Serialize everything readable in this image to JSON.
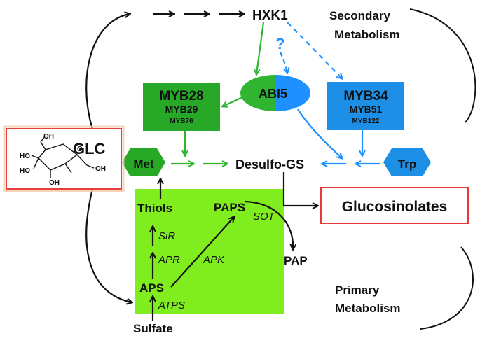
{
  "colors": {
    "green_accent": "#2fb52f",
    "green_box": "#27a827",
    "blue_accent": "#1e90ff",
    "blue_box": "#1e8fe6",
    "lime_box": "#80ee1e",
    "glc_border": "#e84040",
    "gluc_border": "#e83838"
  },
  "labels": {
    "hxk1": "HXK1",
    "question": "?",
    "abi5": "ABI5",
    "secondary_line1": "Secondary",
    "secondary_line2": "Metabolism",
    "primary_line1": "Primary",
    "primary_line2": "Metabolism",
    "myb28": "MYB28",
    "myb29": "MYB29",
    "myb76": "MYB76",
    "myb34": "MYB34",
    "myb51": "MYB51",
    "myb122": "MYB122",
    "glc": "GLC",
    "met": "Met",
    "trp": "Trp",
    "desulfo_gs": "Desulfo-GS",
    "glucosinolates": "Glucosinolates",
    "thiols": "Thiols",
    "paps": "PAPS",
    "sot": "SOT",
    "sir": "SiR",
    "apr": "APR",
    "apk": "APK",
    "aps": "APS",
    "atps": "ATPS",
    "pap": "PAP",
    "sulfate": "Sulfate"
  },
  "glc_structure": {
    "oh1": "OH",
    "oh2": "OH",
    "ho1": "HO",
    "ho2": "HO",
    "oh3": "OH",
    "o": "O"
  }
}
